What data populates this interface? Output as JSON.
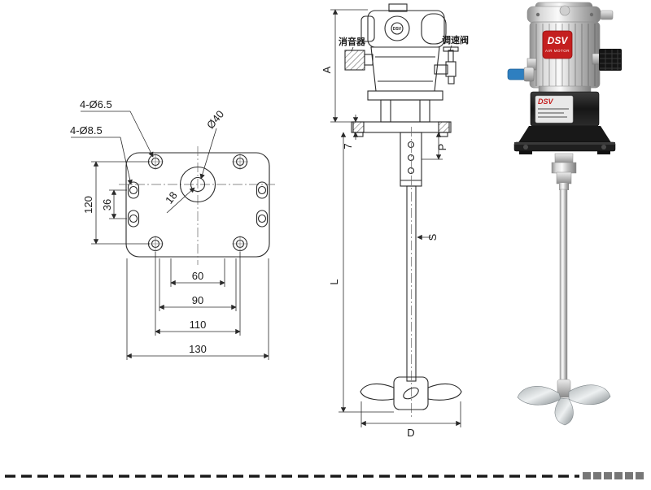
{
  "views": {
    "plate": {
      "dim_small_holes": "4-Ø6.5",
      "dim_large_holes": "4-Ø8.5",
      "dim_center_bore": "Ø40",
      "dim_offset": "18",
      "dim_inner_v": "36",
      "dim_outer_v": "120",
      "dim_h1": "60",
      "dim_h2": "90",
      "dim_h3": "110",
      "dim_h4": "130"
    },
    "elevation": {
      "muffler_label": "消音器",
      "valve_label": "调速阀",
      "logo": "DSV",
      "dim_height": "A",
      "dim_flange": "7",
      "dim_coupling": "P",
      "dim_shaft": "S",
      "dim_length": "L",
      "dim_prop": "D"
    },
    "photo": {
      "brand": "DSV",
      "brand_sub": "AIR MOTOR",
      "sticker_brand": "DSV"
    }
  },
  "colors": {
    "line": "#2a2a2a",
    "brand_red": "#c41f1f",
    "fitting_blue": "#2e7fc0"
  }
}
